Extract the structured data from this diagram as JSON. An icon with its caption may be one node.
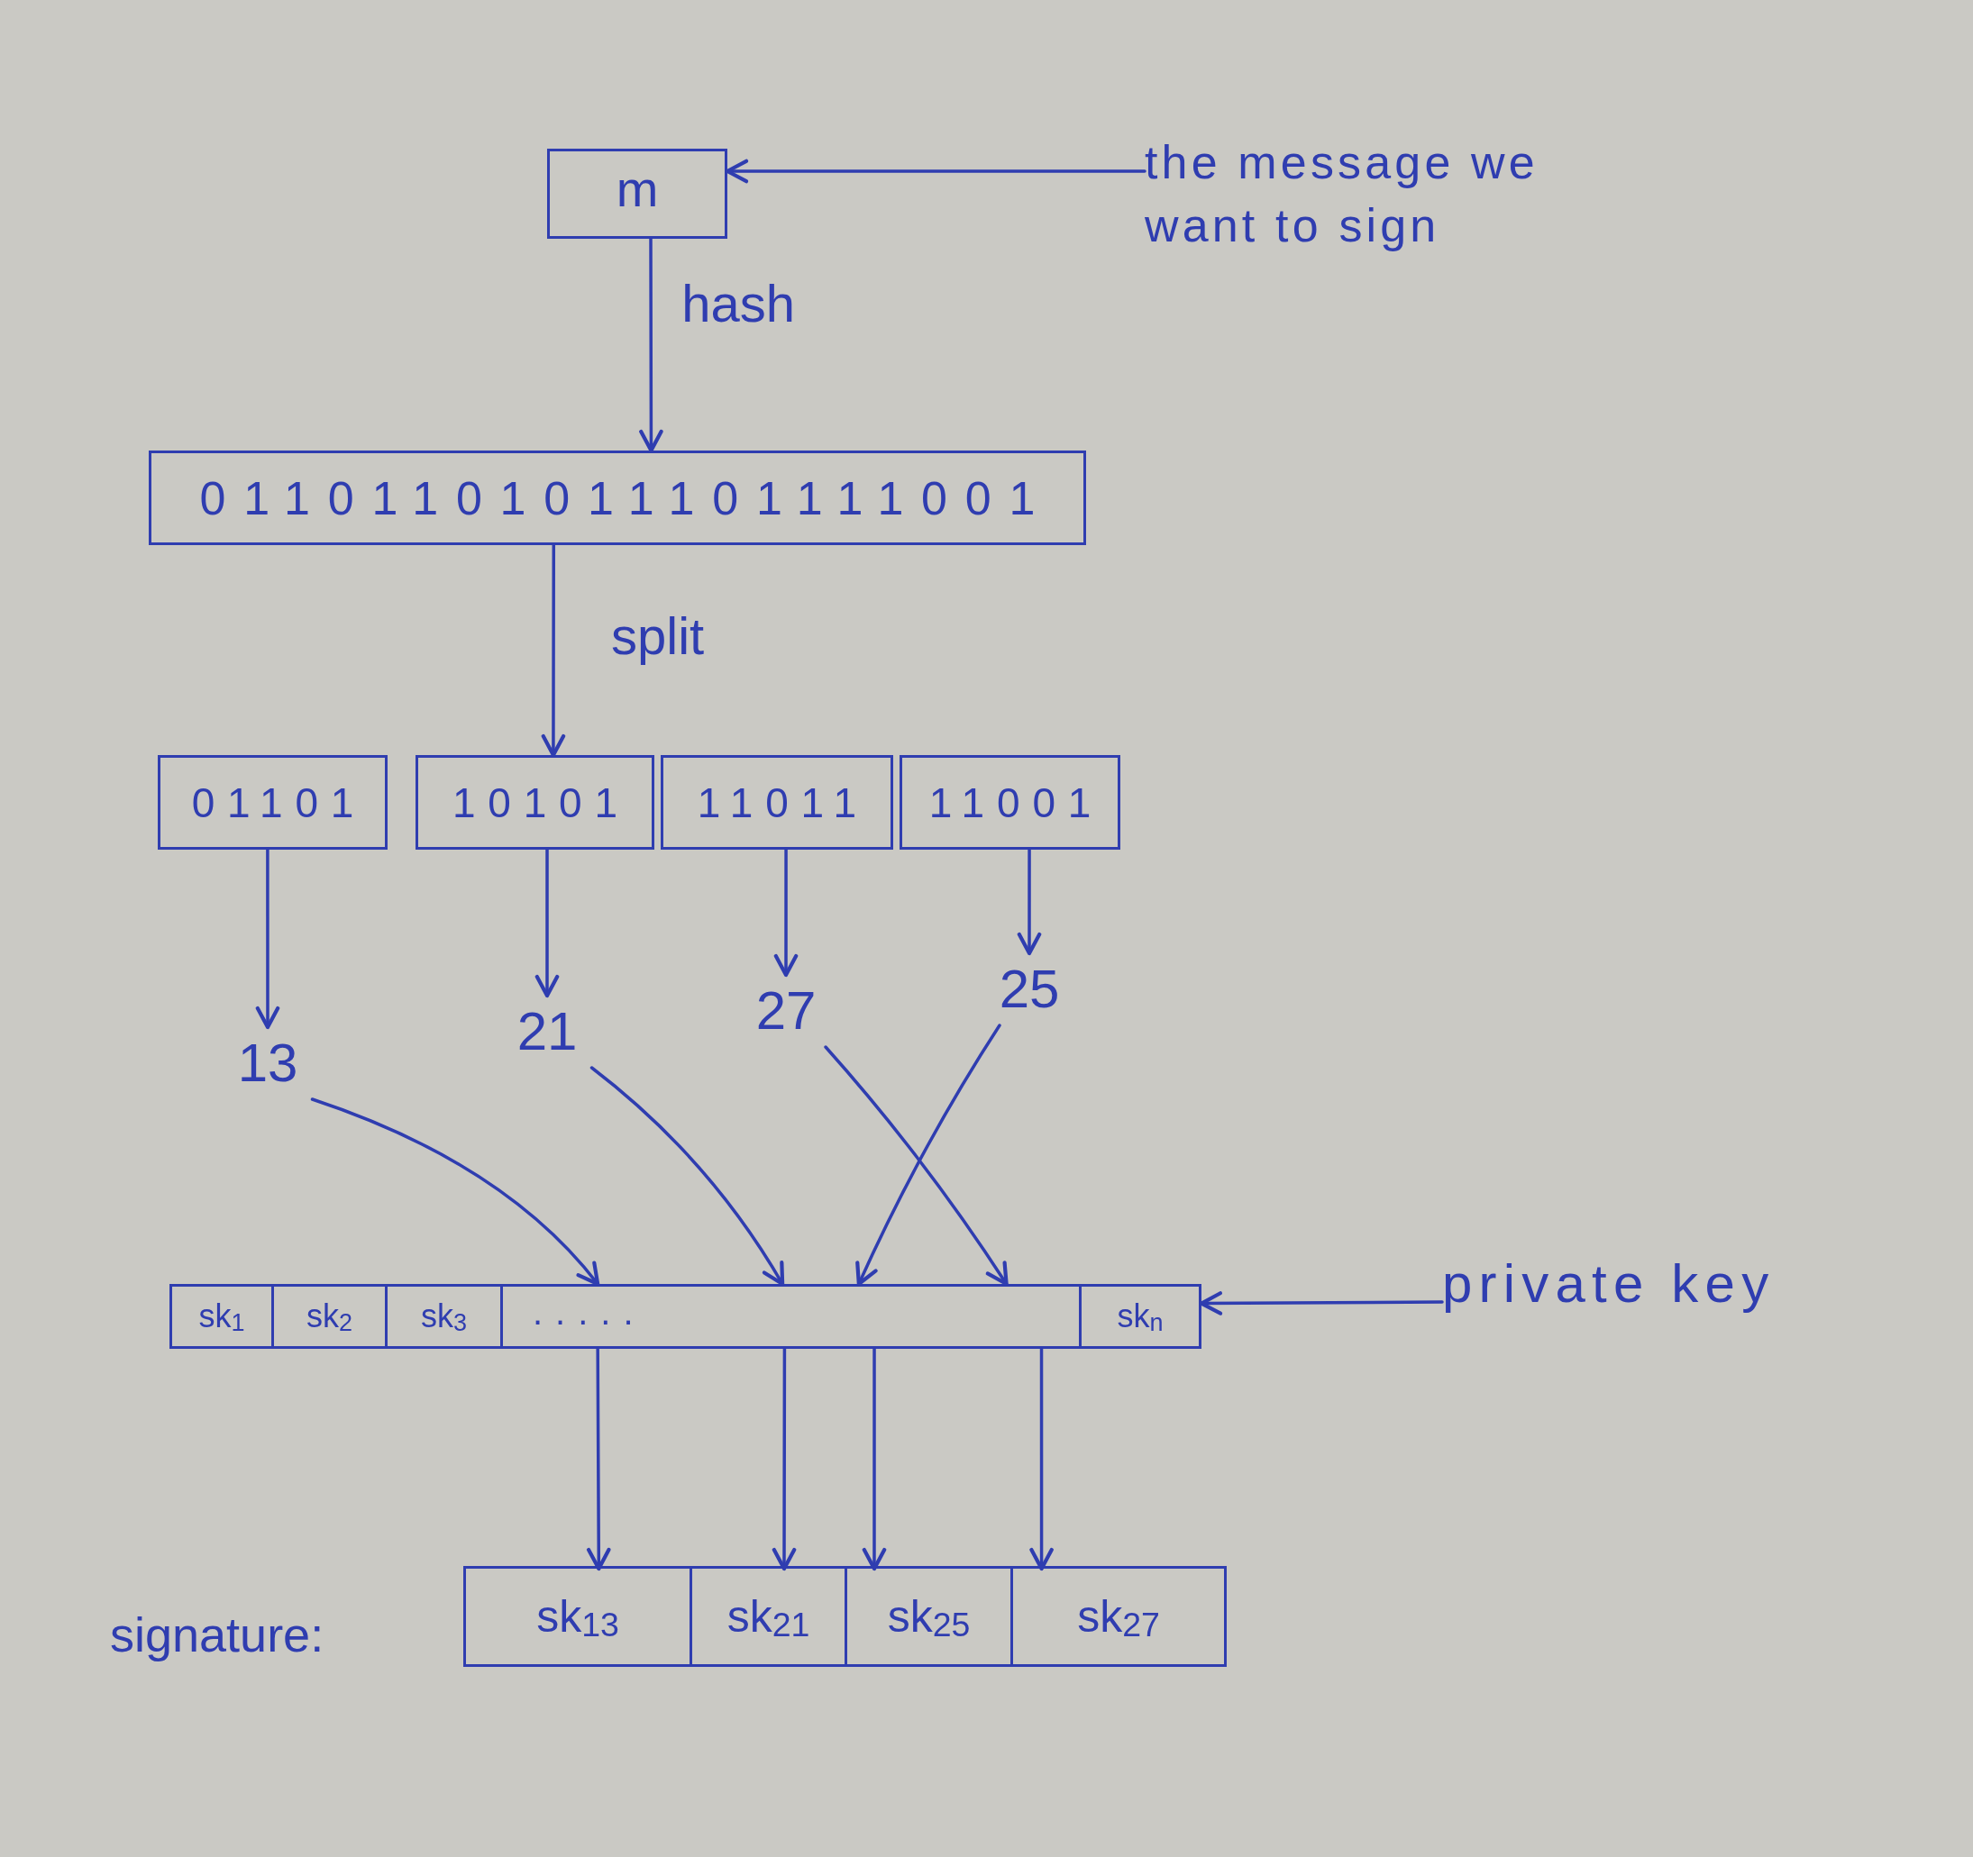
{
  "diagram": {
    "nodes": [
      {
        "text": [
          "m"
        ]
      },
      {
        "text": [
          "the message we want to sign"
        ]
      },
      {
        "text": [
          "01101101011101111001"
        ]
      },
      {
        "text": [
          "01101"
        ]
      },
      {
        "text": [
          "10101"
        ]
      },
      {
        "text": [
          "11011"
        ]
      },
      {
        "text": [
          "11001"
        ]
      },
      {
        "text": [
          "13"
        ]
      },
      {
        "text": [
          "21"
        ]
      },
      {
        "text": [
          "27"
        ]
      },
      {
        "text": [
          "25"
        ]
      },
      {
        "text": [
          "....."
        ]
      },
      {
        "text": [
          "sk$_{1}$"
        ],
        "in": 11
      },
      {
        "text": [
          "sk$_{2}$"
        ],
        "in": 11
      },
      {
        "text": [
          "sk$_{3}$"
        ],
        "in": 11
      },
      {
        "text": [
          "sk$_{n}$"
        ],
        "in": 11
      },
      {
        "text": [
          "private key"
        ]
      },
      {
        "text": [
          "signature:"
        ]
      },
      {
        "text": [
          "sk$_{13}$"
        ],
        "in": 17
      },
      {
        "text": [
          "sk$_{21}$"
        ],
        "in": 17
      },
      {
        "text": [
          "sk$_{25}$"
        ],
        "in": 17
      },
      {
        "text": [
          "sk$_{27}$"
        ],
        "in": 17
      }
    ],
    "edges": [
      {
        "from": 1,
        "to": 0,
        "arrow": "to"
      },
      {
        "from": 0,
        "to": 2,
        "arrow": "to",
        "label": "hash"
      },
      {
        "from": 2,
        "to": 4,
        "arrow": "to",
        "label": "split"
      },
      {
        "from": 3,
        "to": 7,
        "arrow": "to"
      },
      {
        "from": 4,
        "to": 8,
        "arrow": "to"
      },
      {
        "from": 5,
        "to": 9,
        "arrow": "to"
      },
      {
        "from": 6,
        "to": 10,
        "arrow": "to"
      },
      {
        "from": 7,
        "to": 11,
        "arrow": "to"
      },
      {
        "from": 8,
        "to": 11,
        "arrow": "to"
      },
      {
        "from": 9,
        "to": 11,
        "arrow": "to"
      },
      {
        "from": 10,
        "to": 11,
        "arrow": "to"
      },
      {
        "from": 16,
        "to": 11,
        "arrow": "to"
      },
      {
        "from": 11,
        "to": 18,
        "arrow": "to"
      },
      {
        "from": 11,
        "to": 19,
        "arrow": "to"
      },
      {
        "from": 11,
        "to": 20,
        "arrow": "to"
      },
      {
        "from": 11,
        "to": 21,
        "arrow": "to"
      }
    ]
  }
}
